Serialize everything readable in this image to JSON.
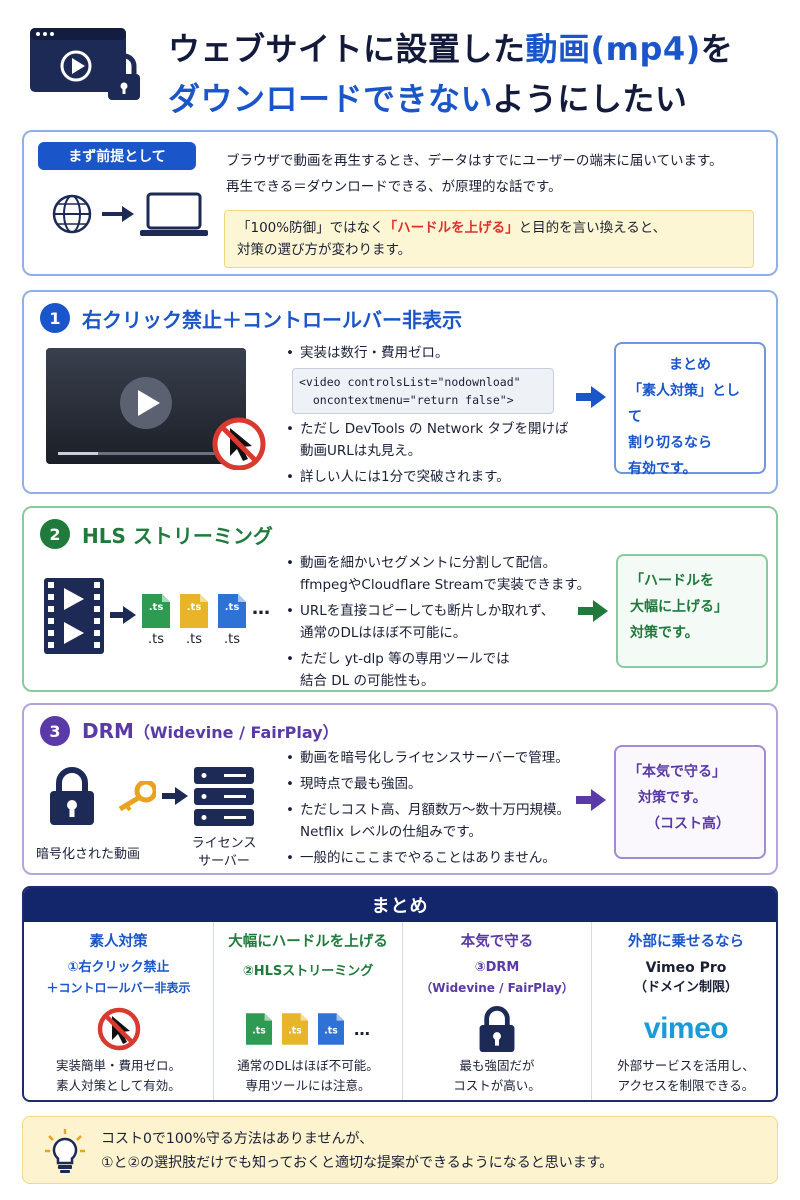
{
  "title": {
    "line1_pre": "ウェブサイトに設置した",
    "line1_hl": "動画(mp4)",
    "line1_post": "を",
    "line2_hl": "ダウンロードできない",
    "line2_post": "ようにしたい"
  },
  "premise": {
    "pill": "まず前提として",
    "text1": "ブラウザで動画を再生するとき、データはすでにユーザーの端末に届いています。",
    "text2": "再生できる＝ダウンロードできる、が原理的な話です。",
    "note_pre": "「100%防御」ではなく",
    "note_red": "「ハードルを上げる」",
    "note_post": "と目的を言い換えると、",
    "note_line2": "対策の選び方が変わります。"
  },
  "sections": [
    {
      "num": "1",
      "title": "右クリック禁止＋コントロールバー非表示",
      "bullets": [
        "実装は数行・費用ゼロ。",
        "ただし DevTools の Network タブを開けば",
        "動画URLは丸見え。",
        "詳しい人には1分で突破されます。"
      ],
      "code_line1": "<video controlsList=\"nodownload\"",
      "code_line2": "  oncontextmenu=\"return false\">",
      "summary_head": "まとめ",
      "summary": [
        "「素人対策」として",
        "割り切るなら",
        "有効です。"
      ]
    },
    {
      "num": "2",
      "title": "HLS ストリーミング",
      "bullets": [
        "動画を細かいセグメントに分割して配信。",
        "ffmpegやCloudflare Streamで実装できます。",
        "URLを直接コピーしても断片しか取れず、",
        "通常のDLはほぼ不可能に。",
        "ただし yt-dlp 等の専用ツールでは",
        "結合 DL の可能性も。"
      ],
      "ts_label": ".ts",
      "ellipsis": "…",
      "summary": [
        "「ハードルを",
        "大幅に上げる」",
        "対策です。"
      ]
    },
    {
      "num": "3",
      "title": "DRM",
      "title_sub": "（Widevine / FairPlay）",
      "bullets": [
        "動画を暗号化しライセンスサーバーで管理。",
        "現時点で最も強固。",
        "ただしコスト高、月額数万〜数十万円規模。",
        "Netflix レベルの仕組みです。",
        "一般的にここまでやることはありません。"
      ],
      "label_video": "暗号化された動画",
      "label_server_1": "ライセンス",
      "label_server_2": "サーバー",
      "summary": [
        "「本気で守る」",
        "対策です。",
        "（コスト高）"
      ]
    }
  ],
  "final": {
    "head": "まとめ",
    "cols": [
      {
        "title": "素人対策",
        "sub1": "①右クリック禁止",
        "sub2": "＋コントロールバー非表示",
        "desc1": "実装簡単・費用ゼロ。",
        "desc2": "素人対策として有効。",
        "color": "#1a56c9"
      },
      {
        "title": "大幅にハードルを上げる",
        "sub1": "②HLSストリーミング",
        "sub2": "",
        "desc1": "通常のDLはほぼ不可能。",
        "desc2": "専用ツールには注意。",
        "color": "#1f7a3c"
      },
      {
        "title": "本気で守る",
        "sub1": "③DRM",
        "sub2": "（Widevine / FairPlay）",
        "desc1": "最も強固だが",
        "desc2": "コストが高い。",
        "color": "#5a3aa6"
      },
      {
        "title": "外部に乗せるなら",
        "sub1": "Vimeo Pro",
        "sub2": "（ドメイン制限）",
        "desc1": "外部サービスを活用し、",
        "desc2": "アクセスを制限できる。",
        "color": "#1a56c9"
      }
    ],
    "vimeo_logo": "vimeo"
  },
  "tip": {
    "line1": "コスト0で100%守る方法はありませんが、",
    "line2": "①と②の選択肢だけでも知っておくと適切な提案ができるようになると思います。"
  },
  "colors": {
    "blue": "#1a56c9",
    "green": "#1f7a3c",
    "purple": "#5a3aa6",
    "navy": "#14266b",
    "red": "#e0302a"
  }
}
